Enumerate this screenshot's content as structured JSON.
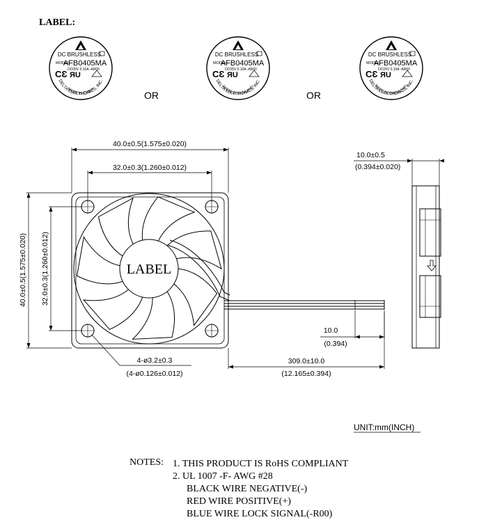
{
  "page": {
    "label_heading": "LABEL:",
    "or_text": "OR",
    "unit_text": "UNIT:mm(INCH)"
  },
  "labels": [
    {
      "line1": "DC BRUSHLESS",
      "model_prefix": "MODEL",
      "model": "AFB0405MA",
      "rating": "DC05V   0.10A  -AR00",
      "maker": "DELTA ELECTRONICS, INC.",
      "origin": "MADE IN CHINA"
    },
    {
      "line1": "DC BRUSHLESS",
      "model_prefix": "MODEL",
      "model": "AFB0405MA",
      "rating": "DC05V   0.10A  -AR00",
      "maker": "DELTA ELECTRONICS, INC.",
      "origin": "MADE IN THAILAND"
    },
    {
      "line1": "DC BRUSHLESS",
      "model_prefix": "MODEL",
      "model": "AFB0405MA",
      "rating": "DC05V   0.10A  -AR00",
      "maker": "DELTA ELECTRONICS, INC.",
      "origin": "MADE IN CHINA (WF)"
    }
  ],
  "front_view": {
    "center_label": "LABEL",
    "dim_width_outer": "40.0±0.5(1.575±0.020)",
    "dim_width_hole": "32.0±0.3(1.260±0.012)",
    "dim_height_outer": "40.0±0.5(1.575±0.020)",
    "dim_height_hole": "32.0±0.3(1.260±0.012)",
    "dim_hole_mm": "4-ø3.2±0.3",
    "dim_hole_inch": "(4-ø0.126±0.012)",
    "dim_wire_len_mm": "309.0±10.0",
    "dim_wire_len_inch": "(12.165±0.394)",
    "dim_strip_mm": "10.0",
    "dim_strip_inch": "(0.394)"
  },
  "side_view": {
    "dim_depth_mm": "10.0±0.5",
    "dim_depth_inch": "(0.394±0.020)"
  },
  "notes": {
    "header": "NOTES:",
    "items": [
      "1. THIS PRODUCT IS RoHS COMPLIANT",
      "2. UL 1007 -F- AWG #28"
    ],
    "wires": [
      "BLACK WIRE NEGATIVE(-)",
      "RED WIRE POSITIVE(+)",
      "BLUE WIRE LOCK SIGNAL(-R00)"
    ]
  }
}
